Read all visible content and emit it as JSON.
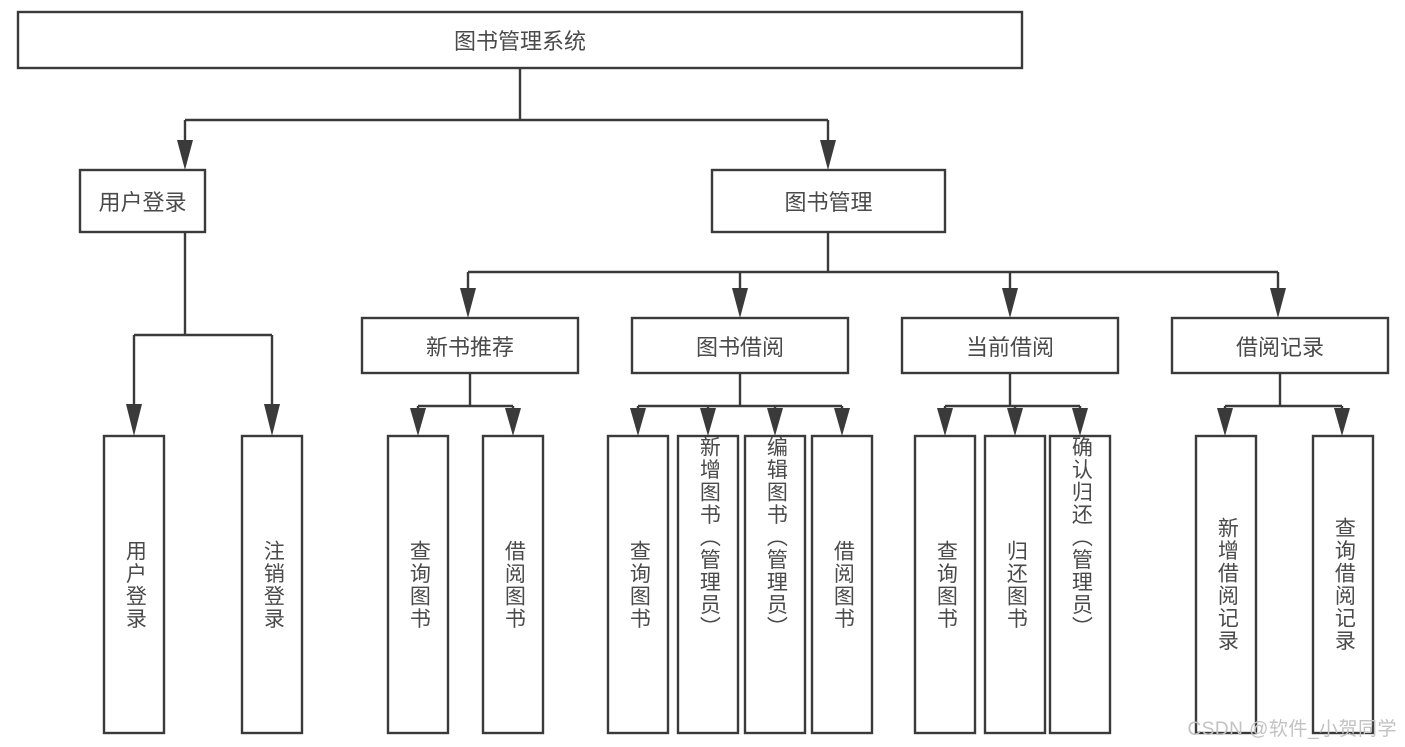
{
  "diagram": {
    "type": "tree-hierarchy-flowchart",
    "title": "图书管理系统",
    "watermark": "CSDN @软件_小贺同学",
    "colors": {
      "background": "#ffffff",
      "box_stroke": "#3a3a3a",
      "box_fill": "#ffffff",
      "text": "#4a4a4a",
      "connector": "#3a3a3a",
      "watermark": "#c2c2c2"
    },
    "levels": {
      "root": {
        "label": "图书管理系统"
      },
      "level2": [
        {
          "label": "用户登录"
        },
        {
          "label": "图书管理"
        }
      ],
      "level3": [
        {
          "label": "新书推荐"
        },
        {
          "label": "图书借阅"
        },
        {
          "label": "当前借阅"
        },
        {
          "label": "借阅记录"
        }
      ],
      "leaves": {
        "user_login": [
          {
            "label": "用户登录"
          },
          {
            "label": "注销登录"
          }
        ],
        "new_book_recommend": [
          {
            "label": "查询图书"
          },
          {
            "label": "借阅图书"
          }
        ],
        "book_borrow": [
          {
            "label": "查询图书"
          },
          {
            "label": "新增图书（管理员）"
          },
          {
            "label": "编辑图书（管理员）"
          },
          {
            "label": "借阅图书"
          }
        ],
        "current_borrow": [
          {
            "label": "查询图书"
          },
          {
            "label": "归还图书"
          },
          {
            "label": "确认归还（管理员）"
          }
        ],
        "borrow_record": [
          {
            "label": "新增借阅记录"
          },
          {
            "label": "查询借阅记录"
          }
        ]
      }
    }
  }
}
